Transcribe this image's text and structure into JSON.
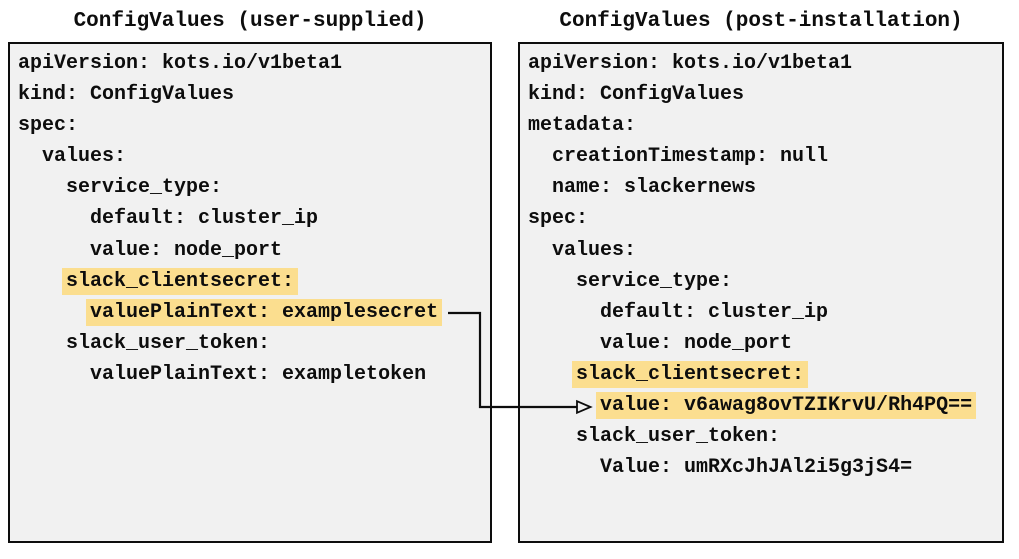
{
  "colors": {
    "box_bg": "#f1f1f1",
    "box_border": "#0d0d0d",
    "text": "#0d0d0d",
    "highlight": "#fbde8f",
    "arrow": "#0d0d0d"
  },
  "left_panel": {
    "title": "ConfigValues (user-supplied)",
    "lines": [
      {
        "indent": "",
        "text": "apiVersion: kots.io/v1beta1",
        "highlighted": false
      },
      {
        "indent": "",
        "text": "kind: ConfigValues",
        "highlighted": false
      },
      {
        "indent": "",
        "text": "spec:",
        "highlighted": false
      },
      {
        "indent": "  ",
        "text": "values:",
        "highlighted": false
      },
      {
        "indent": "    ",
        "text": "service_type:",
        "highlighted": false
      },
      {
        "indent": "      ",
        "text": "default: cluster_ip",
        "highlighted": false
      },
      {
        "indent": "      ",
        "text": "value: node_port",
        "highlighted": false
      },
      {
        "indent": "    ",
        "text": "slack_clientsecret:",
        "highlighted": true
      },
      {
        "indent": "      ",
        "text": "valuePlainText: examplesecret",
        "highlighted": true
      },
      {
        "indent": "    ",
        "text": "slack_user_token:",
        "highlighted": false
      },
      {
        "indent": "      ",
        "text": "valuePlainText: exampletoken",
        "highlighted": false
      }
    ]
  },
  "right_panel": {
    "title": "ConfigValues (post-installation)",
    "lines": [
      {
        "indent": "",
        "text": "apiVersion: kots.io/v1beta1",
        "highlighted": false
      },
      {
        "indent": "",
        "text": "kind: ConfigValues",
        "highlighted": false
      },
      {
        "indent": "",
        "text": "metadata:",
        "highlighted": false
      },
      {
        "indent": "  ",
        "text": "creationTimestamp: null",
        "highlighted": false
      },
      {
        "indent": "  ",
        "text": "name: slackernews",
        "highlighted": false
      },
      {
        "indent": "",
        "text": "spec:",
        "highlighted": false
      },
      {
        "indent": "  ",
        "text": "values:",
        "highlighted": false
      },
      {
        "indent": "    ",
        "text": "service_type:",
        "highlighted": false
      },
      {
        "indent": "      ",
        "text": "default: cluster_ip",
        "highlighted": false
      },
      {
        "indent": "      ",
        "text": "value: node_port",
        "highlighted": false
      },
      {
        "indent": "    ",
        "text": "slack_clientsecret:",
        "highlighted": true
      },
      {
        "indent": "      ",
        "text": "value: v6awag8ovTZIKrvU/Rh4PQ==",
        "highlighted": true
      },
      {
        "indent": "    ",
        "text": "slack_user_token:",
        "highlighted": false
      },
      {
        "indent": "      ",
        "text": "Value: umRXcJhJAl2i5g3jS4=",
        "highlighted": false
      }
    ]
  },
  "arrow": {
    "from": "valuePlainText: examplesecret",
    "to": "value: v6awag8ovTZIKrvU/Rh4PQ=="
  }
}
